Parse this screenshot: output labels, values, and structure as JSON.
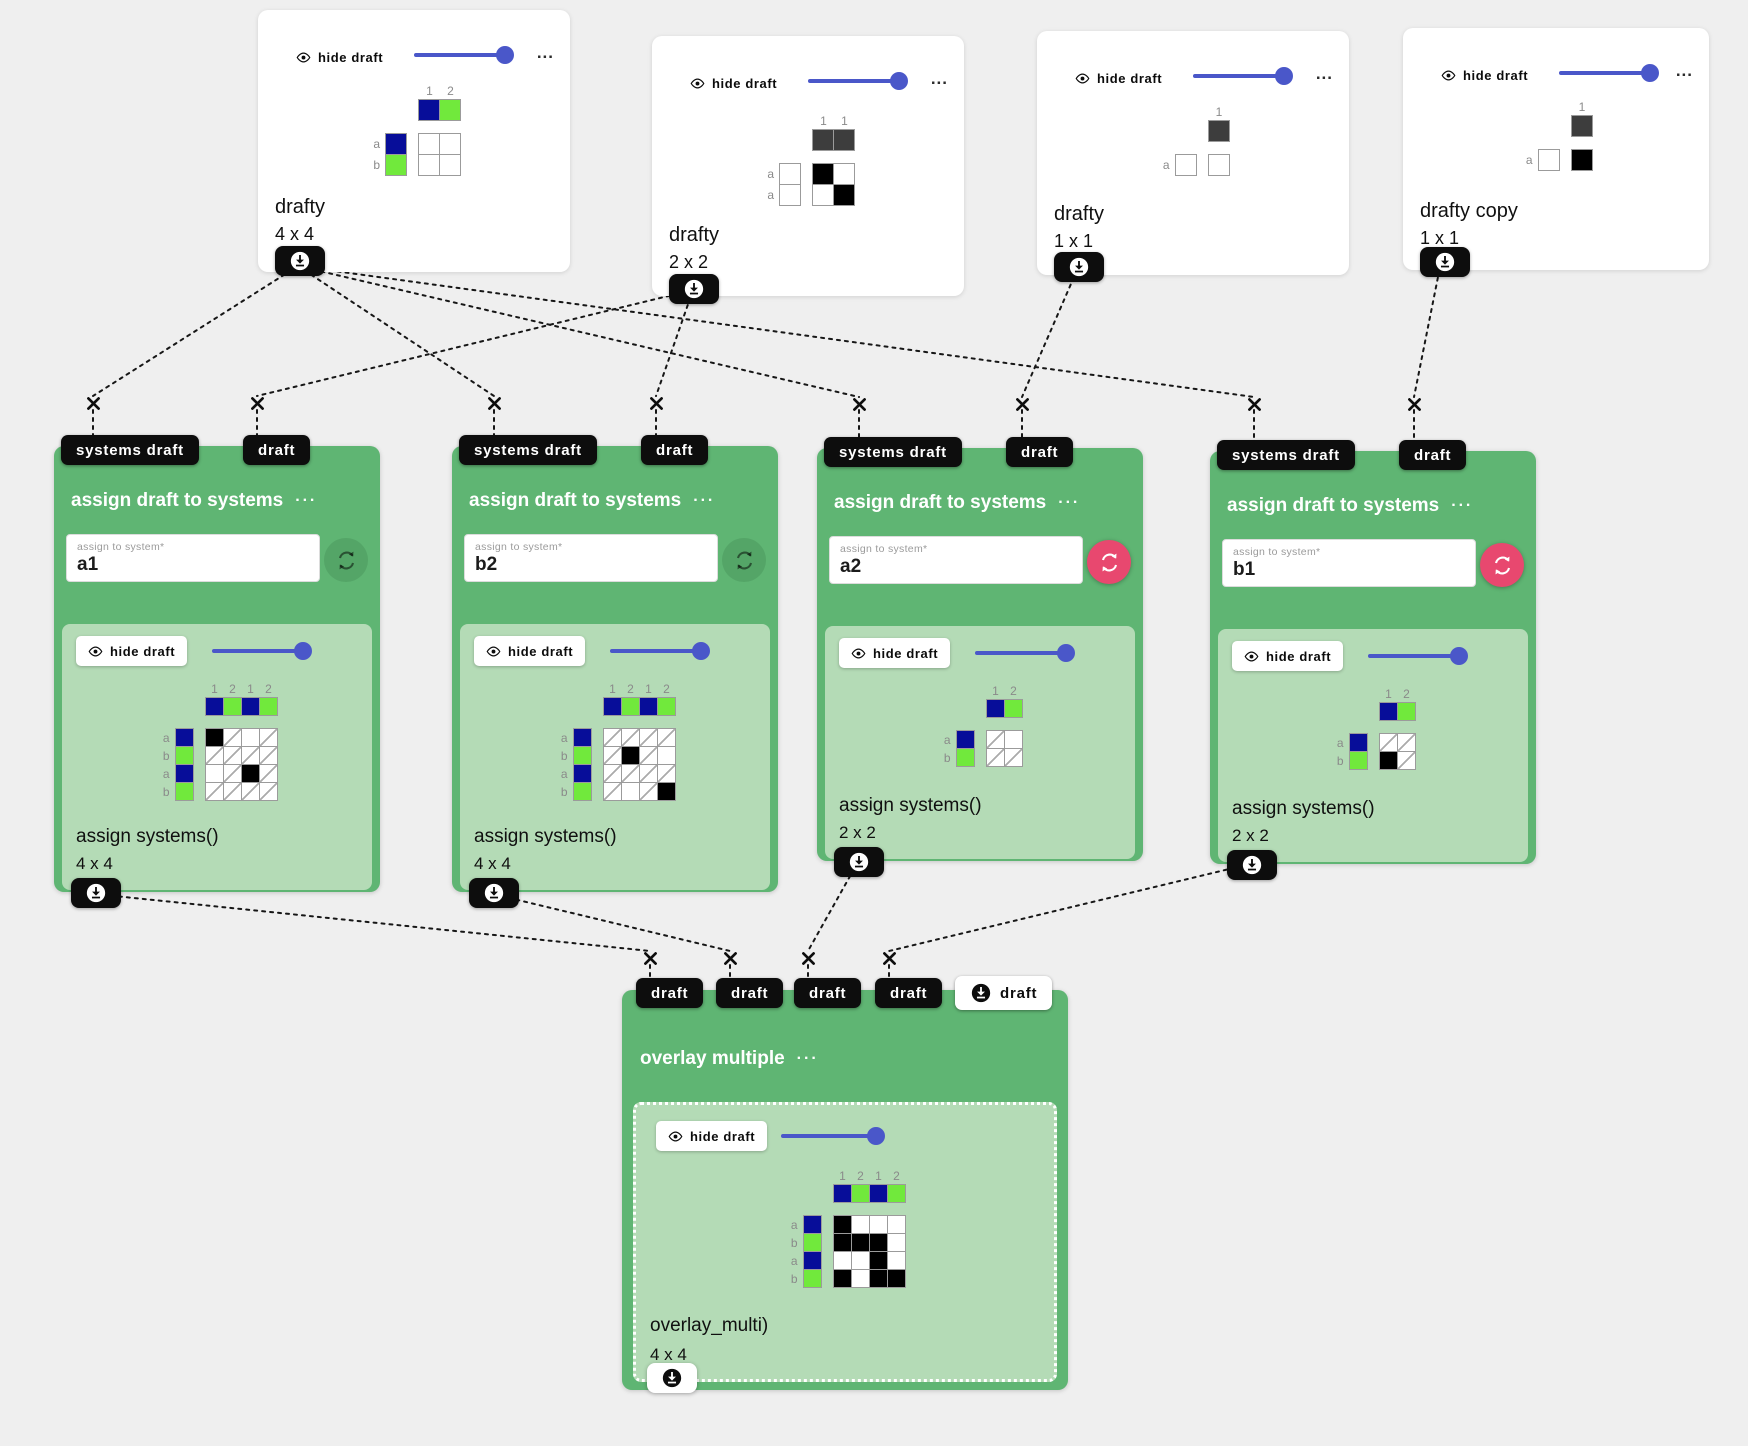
{
  "colors": {
    "page_bg": "#efefef",
    "card_bg": "#ffffff",
    "node_green": "#5fb573",
    "panel_green": "#b4dbb6",
    "slider_blue": "#4a57c9",
    "navy": "#070d99",
    "bright_green": "#71e93c",
    "dark_cell": "#3d3d3d",
    "black_cell": "#000000",
    "pill_black": "#0d0d0d",
    "pink": "#e8486f",
    "label_gray": "#8a8a8a"
  },
  "icons": {
    "toggle": "eye-icon",
    "download": "download-circle-icon",
    "refresh": "refresh-icon",
    "menu": "ellipsis-icon",
    "connector": "x-icon"
  },
  "cell_codes": {
    "B": "black",
    "W": "white",
    "D": "diagonal-hatch",
    "P": "plain-candidate"
  },
  "source_cards": [
    {
      "title": "drafty",
      "size_label": "4 x 4",
      "toggle_label": "hide draft",
      "slider_percent": 100,
      "columns": [
        {
          "label": "1",
          "color": "navy"
        },
        {
          "label": "2",
          "color": "bright_green"
        }
      ],
      "rows": [
        {
          "label": "a",
          "color": "navy"
        },
        {
          "label": "b",
          "color": "bright_green"
        }
      ],
      "grid": [
        [
          "W",
          "W"
        ],
        [
          "W",
          "W"
        ]
      ]
    },
    {
      "title": "drafty",
      "size_label": "2 x 2",
      "toggle_label": "hide draft",
      "slider_percent": 100,
      "columns": [
        {
          "label": "1",
          "color": "dark_cell"
        },
        {
          "label": "1",
          "color": "dark_cell"
        }
      ],
      "rows": [
        {
          "label": "a",
          "color": "white"
        },
        {
          "label": "a",
          "color": "white"
        }
      ],
      "grid": [
        [
          "B",
          "W"
        ],
        [
          "W",
          "B"
        ]
      ]
    },
    {
      "title": "drafty",
      "size_label": "1 x 1",
      "toggle_label": "hide draft",
      "slider_percent": 100,
      "columns": [
        {
          "label": "1",
          "color": "dark_cell"
        }
      ],
      "rows": [
        {
          "label": "a",
          "color": "white"
        }
      ],
      "grid": [
        [
          "W"
        ]
      ]
    },
    {
      "title": "drafty copy",
      "size_label": "1 x 1",
      "toggle_label": "hide draft",
      "slider_percent": 100,
      "columns": [
        {
          "label": "1",
          "color": "dark_cell"
        }
      ],
      "rows": [
        {
          "label": "a",
          "color": "white"
        }
      ],
      "grid": [
        [
          "B"
        ]
      ]
    }
  ],
  "assign_cards": [
    {
      "ports": [
        "systems draft",
        "draft"
      ],
      "title": "assign draft to systems",
      "field_label": "assign to system*",
      "field_value": "a1",
      "refresh_state": "muted",
      "toggle_label": "hide draft",
      "slider_percent": 100,
      "result_title": "assign systems()",
      "size_label": "4 x 4",
      "columns": [
        {
          "label": "1",
          "color": "navy"
        },
        {
          "label": "2",
          "color": "bright_green"
        },
        {
          "label": "1",
          "color": "navy"
        },
        {
          "label": "2",
          "color": "bright_green"
        }
      ],
      "rows": [
        {
          "label": "a",
          "color": "navy"
        },
        {
          "label": "b",
          "color": "bright_green"
        },
        {
          "label": "a",
          "color": "navy"
        },
        {
          "label": "b",
          "color": "bright_green"
        }
      ],
      "grid": [
        [
          "B",
          "D",
          "P",
          "D"
        ],
        [
          "D",
          "D",
          "D",
          "D"
        ],
        [
          "P",
          "D",
          "B",
          "D"
        ],
        [
          "D",
          "D",
          "D",
          "D"
        ]
      ]
    },
    {
      "ports": [
        "systems draft",
        "draft"
      ],
      "title": "assign draft to systems",
      "field_label": "assign to system*",
      "field_value": "b2",
      "refresh_state": "muted",
      "toggle_label": "hide draft",
      "slider_percent": 100,
      "result_title": "assign systems()",
      "size_label": "4 x 4",
      "columns": [
        {
          "label": "1",
          "color": "navy"
        },
        {
          "label": "2",
          "color": "bright_green"
        },
        {
          "label": "1",
          "color": "navy"
        },
        {
          "label": "2",
          "color": "bright_green"
        }
      ],
      "rows": [
        {
          "label": "a",
          "color": "navy"
        },
        {
          "label": "b",
          "color": "bright_green"
        },
        {
          "label": "a",
          "color": "navy"
        },
        {
          "label": "b",
          "color": "bright_green"
        }
      ],
      "grid": [
        [
          "D",
          "D",
          "D",
          "D"
        ],
        [
          "D",
          "B",
          "D",
          "P"
        ],
        [
          "D",
          "D",
          "D",
          "D"
        ],
        [
          "D",
          "P",
          "D",
          "B"
        ]
      ]
    },
    {
      "ports": [
        "systems draft",
        "draft"
      ],
      "title": "assign draft to systems",
      "field_label": "assign to system*",
      "field_value": "a2",
      "refresh_state": "alert",
      "toggle_label": "hide draft",
      "slider_percent": 100,
      "result_title": "assign systems()",
      "size_label": "2 x 2",
      "columns": [
        {
          "label": "1",
          "color": "navy"
        },
        {
          "label": "2",
          "color": "bright_green"
        }
      ],
      "rows": [
        {
          "label": "a",
          "color": "navy"
        },
        {
          "label": "b",
          "color": "bright_green"
        }
      ],
      "grid": [
        [
          "D",
          "P"
        ],
        [
          "D",
          "D"
        ]
      ]
    },
    {
      "ports": [
        "systems draft",
        "draft"
      ],
      "title": "assign draft to systems",
      "field_label": "assign to system*",
      "field_value": "b1",
      "refresh_state": "alert",
      "toggle_label": "hide draft",
      "slider_percent": 100,
      "result_title": "assign systems()",
      "size_label": "2 x 2",
      "columns": [
        {
          "label": "1",
          "color": "navy"
        },
        {
          "label": "2",
          "color": "bright_green"
        }
      ],
      "rows": [
        {
          "label": "a",
          "color": "navy"
        },
        {
          "label": "b",
          "color": "bright_green"
        }
      ],
      "grid": [
        [
          "D",
          "D"
        ],
        [
          "B",
          "D"
        ]
      ]
    }
  ],
  "overlay_card": {
    "ports": [
      "draft",
      "draft",
      "draft",
      "draft"
    ],
    "output_port_label": "draft",
    "title": "overlay multiple",
    "toggle_label": "hide draft",
    "slider_percent": 100,
    "result_title": "overlay_multi)",
    "size_label": "4 x 4",
    "columns": [
      {
        "label": "1",
        "color": "navy"
      },
      {
        "label": "2",
        "color": "bright_green"
      },
      {
        "label": "1",
        "color": "navy"
      },
      {
        "label": "2",
        "color": "bright_green"
      }
    ],
    "rows": [
      {
        "label": "a",
        "color": "navy"
      },
      {
        "label": "b",
        "color": "bright_green"
      },
      {
        "label": "a",
        "color": "navy"
      },
      {
        "label": "b",
        "color": "bright_green"
      }
    ],
    "grid": [
      [
        "B",
        "W",
        "W",
        "W"
      ],
      [
        "B",
        "B",
        "B",
        "W"
      ],
      [
        "W",
        "W",
        "B",
        "W"
      ],
      [
        "B",
        "W",
        "B",
        "B"
      ]
    ]
  }
}
